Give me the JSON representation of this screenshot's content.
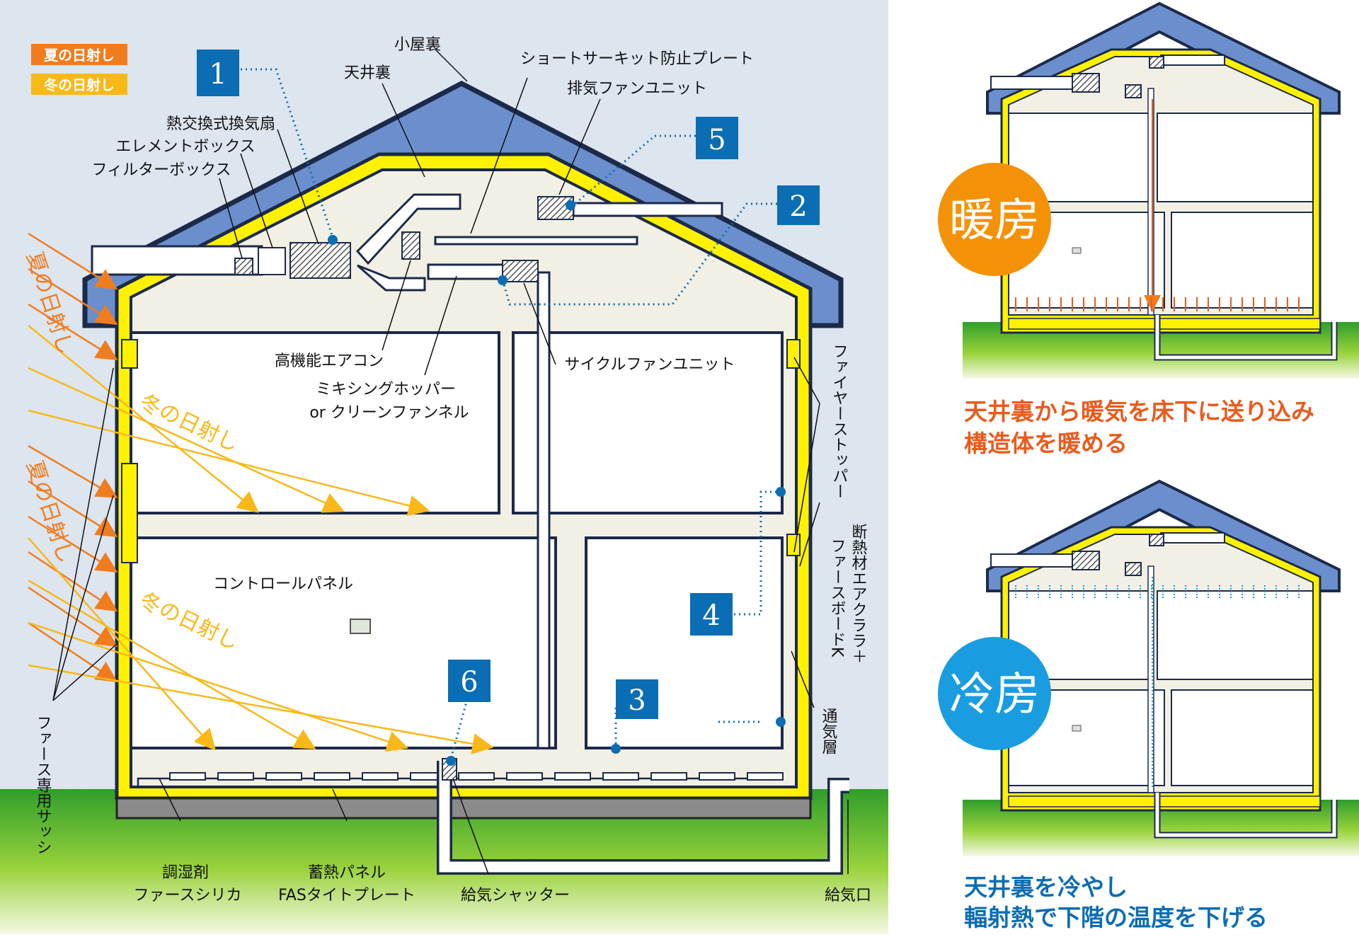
{
  "legend": {
    "summer_sun": "夏の日射し",
    "winter_sun": "冬の日射し"
  },
  "callouts": [
    "1",
    "2",
    "3",
    "4",
    "5",
    "6"
  ],
  "labels": {
    "koyaura": "小屋裏",
    "tenjouura": "天井裏",
    "short_circuit_plate": "ショートサーキット防止プレート",
    "exhaust_fan_unit": "排気ファンユニット",
    "heat_exchange_fan": "熱交換式換気扇",
    "element_box": "エレメントボックス",
    "filter_box": "フィルターボックス",
    "high_perf_aircon": "高機能エアコン",
    "mixing_hopper": "ミキシングホッパー",
    "clean_funnel": "or クリーンファンネル",
    "cycle_fan_unit": "サイクルファンユニット",
    "fire_stopper": "ファイヤーストッパー",
    "insulation": "断熱材エアクララ＋",
    "fas_board": "ファースボードK",
    "vent_layer": "通気層",
    "control_panel": "コントロールパネル",
    "fas_sash": "ファース専用サッシ",
    "humidity_agent": "調湿剤",
    "fas_silica": "ファースシリカ",
    "heat_panel": "蓄熱パネル",
    "fas_tight_plate": "FASタイトプレート",
    "supply_shutter": "給気シャッター",
    "supply_port": "給気口",
    "sun_summer_diag": "夏の日射し",
    "sun_winter_diag": "冬の日射し"
  },
  "modes": {
    "heating": {
      "title": "暖房",
      "caption_l1": "天井裏から暖気を床下に送り込み",
      "caption_l2": "構造体を暖める"
    },
    "cooling": {
      "title": "冷房",
      "caption_l1": "天井裏を冷やし",
      "caption_l2": "輻射熱で下階の温度を下げる"
    }
  },
  "colors": {
    "bg_sky": "#dde5ee",
    "roof": "#6b8fcc",
    "roof_dark": "#1c2a4a",
    "insulation": "#fff100",
    "attic": "#f2f0e4",
    "grass": "#3fae2a",
    "summer": "#f07c1e",
    "winter": "#f8b818",
    "callout": "#0b6db3",
    "heating_circle": "#f39207",
    "cooling_circle": "#1a9de0",
    "heating_caption": "#ea5a1c",
    "cooling_caption": "#0b6db3"
  }
}
